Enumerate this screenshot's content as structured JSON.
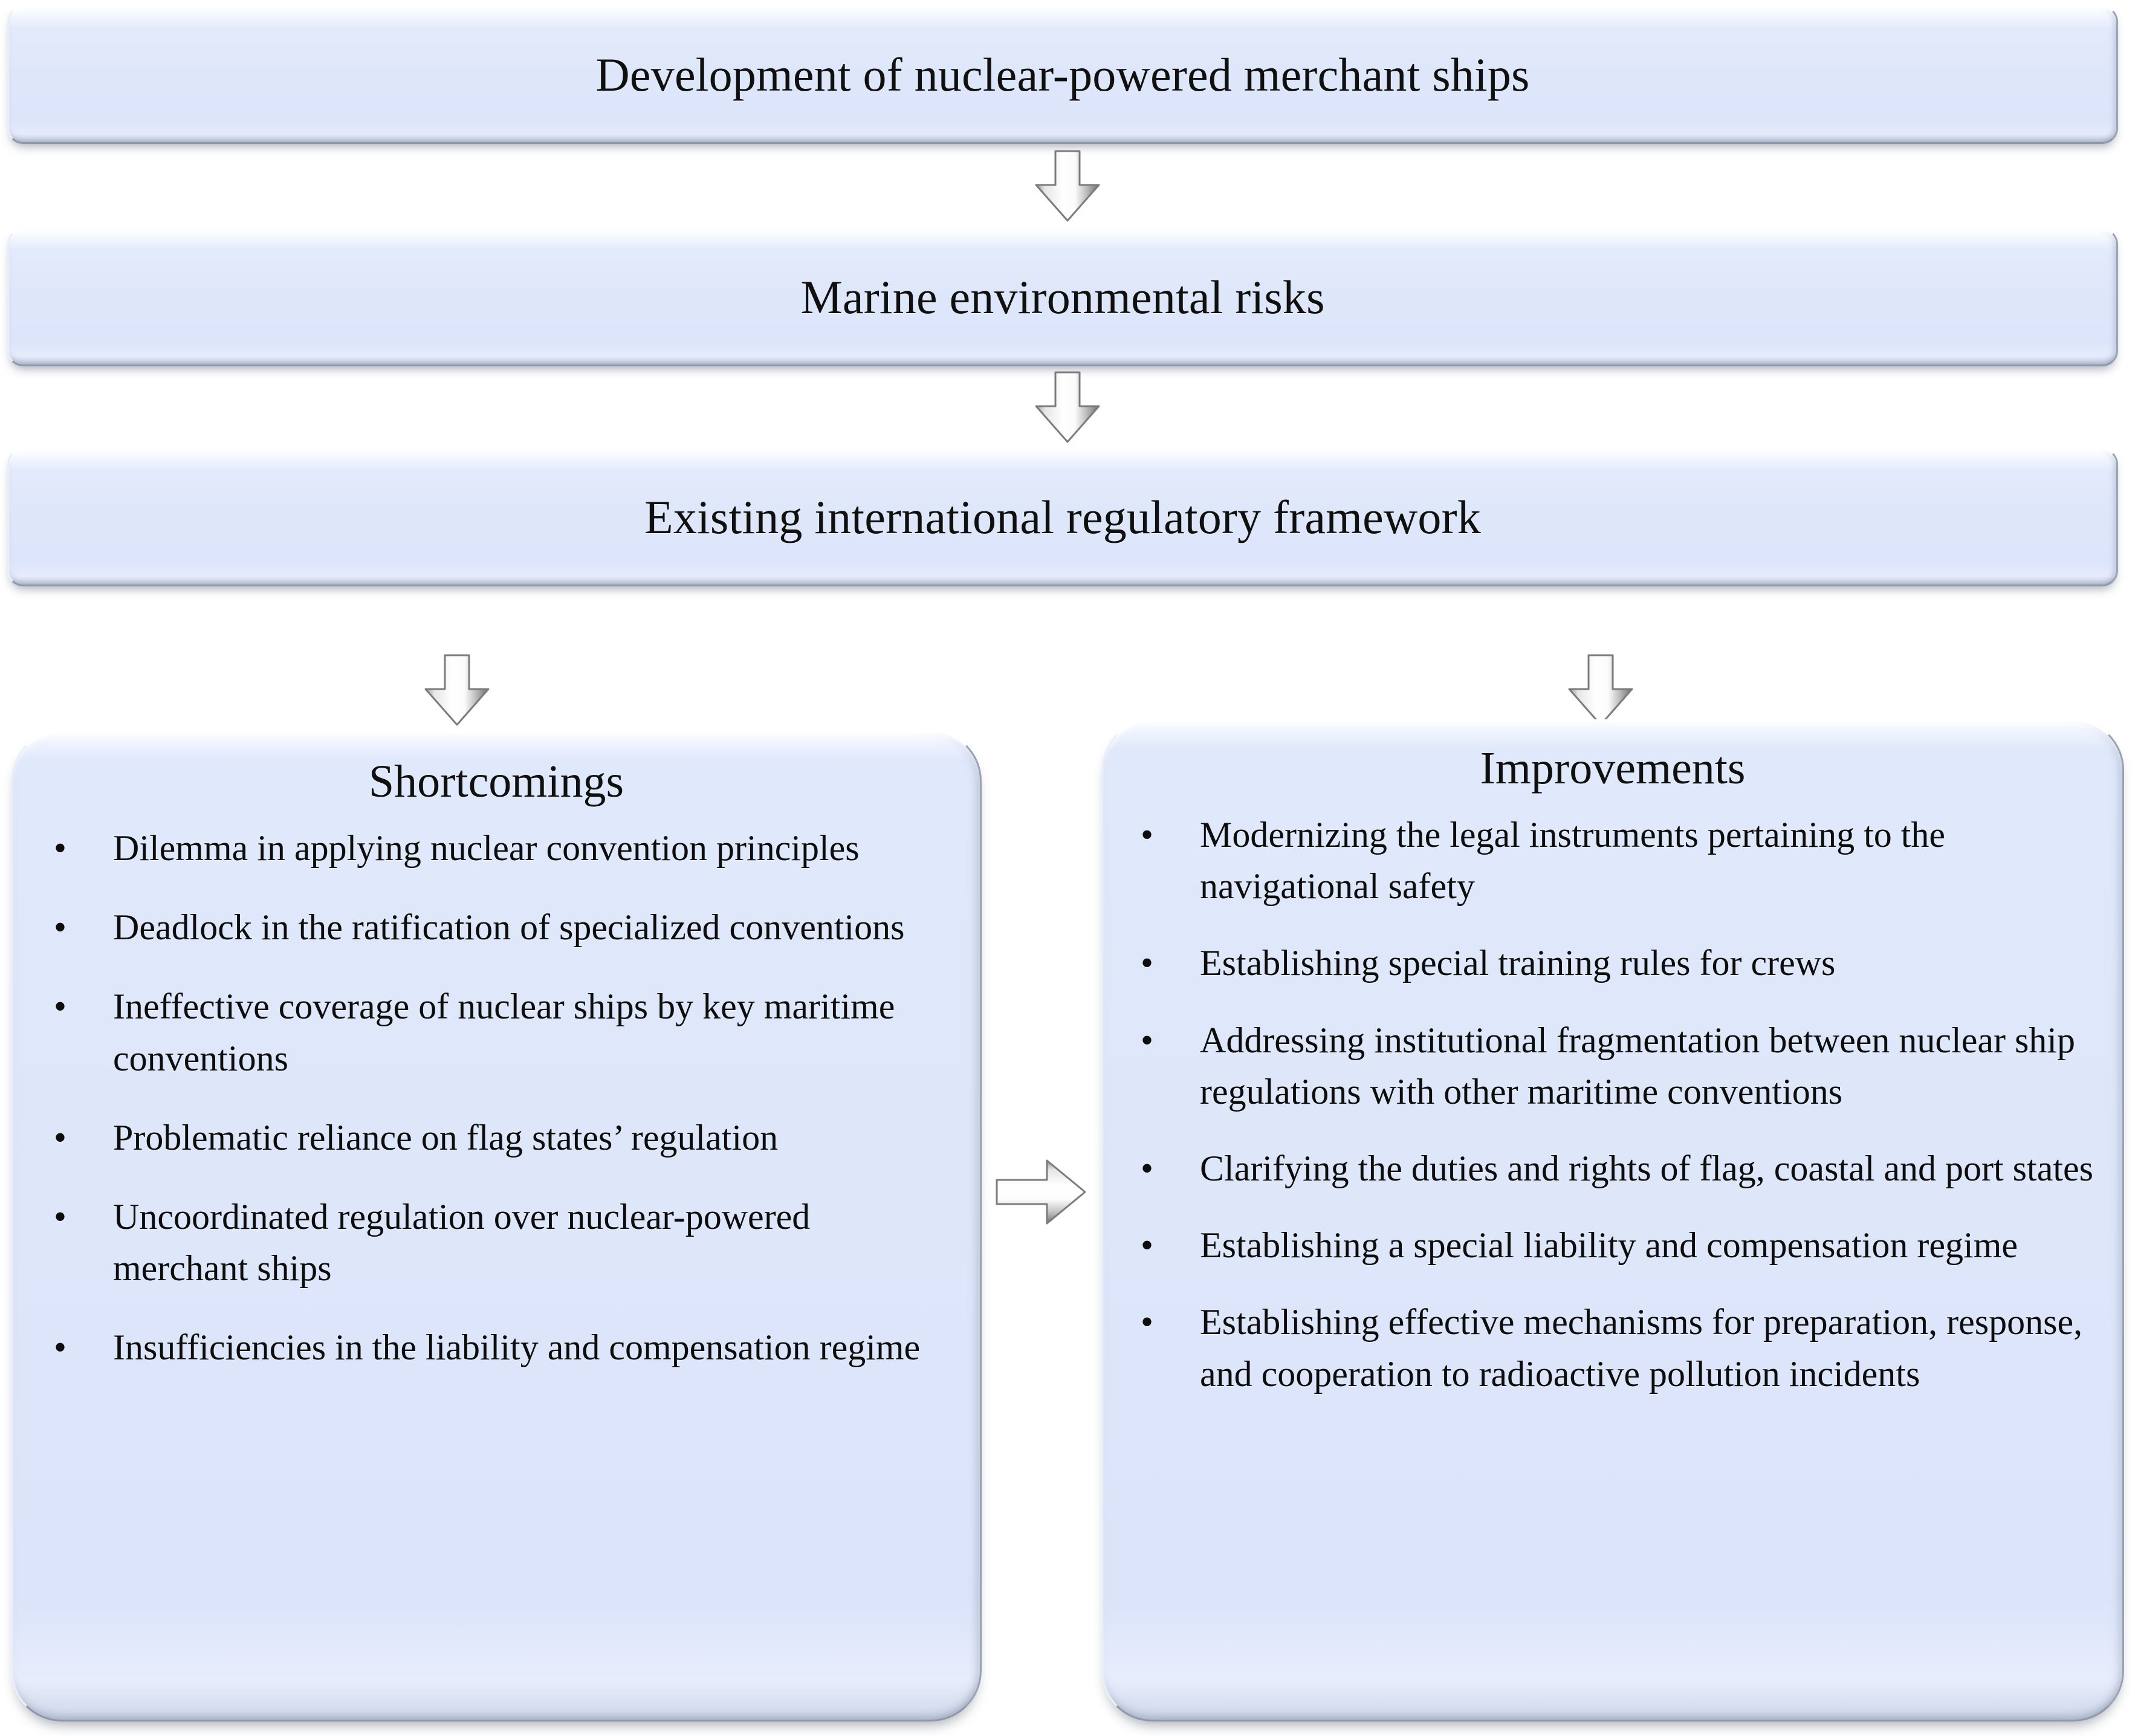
{
  "diagram": {
    "title_chain": [
      {
        "id": "development",
        "label": "Development of nuclear-powered merchant ships"
      },
      {
        "id": "risks",
        "label": "Marine environmental risks"
      },
      {
        "id": "framework",
        "label": "Existing international regulatory framework"
      }
    ],
    "panels": {
      "shortcomings": {
        "title": "Shortcomings",
        "bullet_glyph": "•",
        "items": [
          "Dilemma in applying nuclear convention principles",
          "Deadlock in the ratification of specialized conventions",
          "Ineffective coverage of nuclear ships by key maritime conventions",
          "Problematic reliance on flag states’ regulation",
          "Uncoordinated regulation over nuclear-powered merchant ships",
          "Insufficiencies in the liability and compensation regime"
        ]
      },
      "improvements": {
        "title": "Improvements",
        "bullet_glyph": "•",
        "items": [
          "Modernizing the legal instruments pertaining to the navigational safety",
          "Establishing special training rules for crews",
          "Addressing institutional fragmentation between nuclear ship regulations with other maritime conventions",
          "Clarifying the duties and rights of flag, coastal and port states",
          "Establishing a special liability and compensation regime",
          "Establishing effective mechanisms for preparation, response, and cooperation to radioactive pollution incidents"
        ]
      }
    },
    "connectors": [
      {
        "id": "development-to-risks",
        "direction": "down"
      },
      {
        "id": "risks-to-framework",
        "direction": "down"
      },
      {
        "id": "framework-to-shortcomings",
        "direction": "down"
      },
      {
        "id": "framework-to-improvements",
        "direction": "down"
      },
      {
        "id": "shortcomings-to-improvements",
        "direction": "right"
      }
    ],
    "colors": {
      "box_fill": "#dee6fa",
      "box_highlight": "#ffffff",
      "box_border": "#b9c2d4",
      "arrow_fill": "#f4f4f4",
      "arrow_edge": "#8d8d8d",
      "text": "#0d0d0d",
      "background": "#ffffff"
    }
  }
}
